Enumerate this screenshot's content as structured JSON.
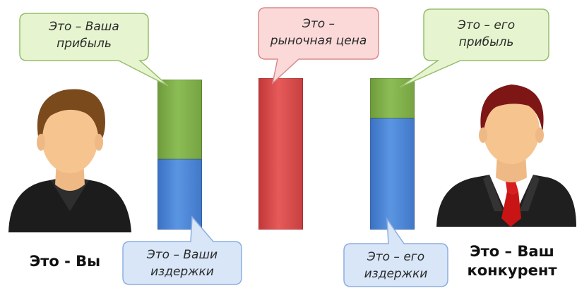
{
  "colors": {
    "profit": "#82b24a",
    "costs": "#4a84d8",
    "price": "#dc4a4a",
    "callout_green_fill": "#e6f5cf",
    "callout_green_stroke": "#97bd6c",
    "callout_pink_fill": "#fbd9d9",
    "callout_pink_stroke": "#d98a8a",
    "callout_blue_fill": "#d8e6f8",
    "callout_blue_stroke": "#8daee0"
  },
  "callouts": {
    "your_profit": "Это – Ваша\nприбыль",
    "market_price": "Это –\nрыночная цена",
    "his_profit": "Это – его\nприбыль",
    "your_costs": "Это – Ваши\nиздержки",
    "his_costs": "Это – его\nиздержки"
  },
  "captions": {
    "you": "Это - Вы",
    "competitor": "Это – Ваш\nконкурент"
  },
  "icons": {
    "you": "person-icon",
    "competitor": "businessman-icon"
  }
}
